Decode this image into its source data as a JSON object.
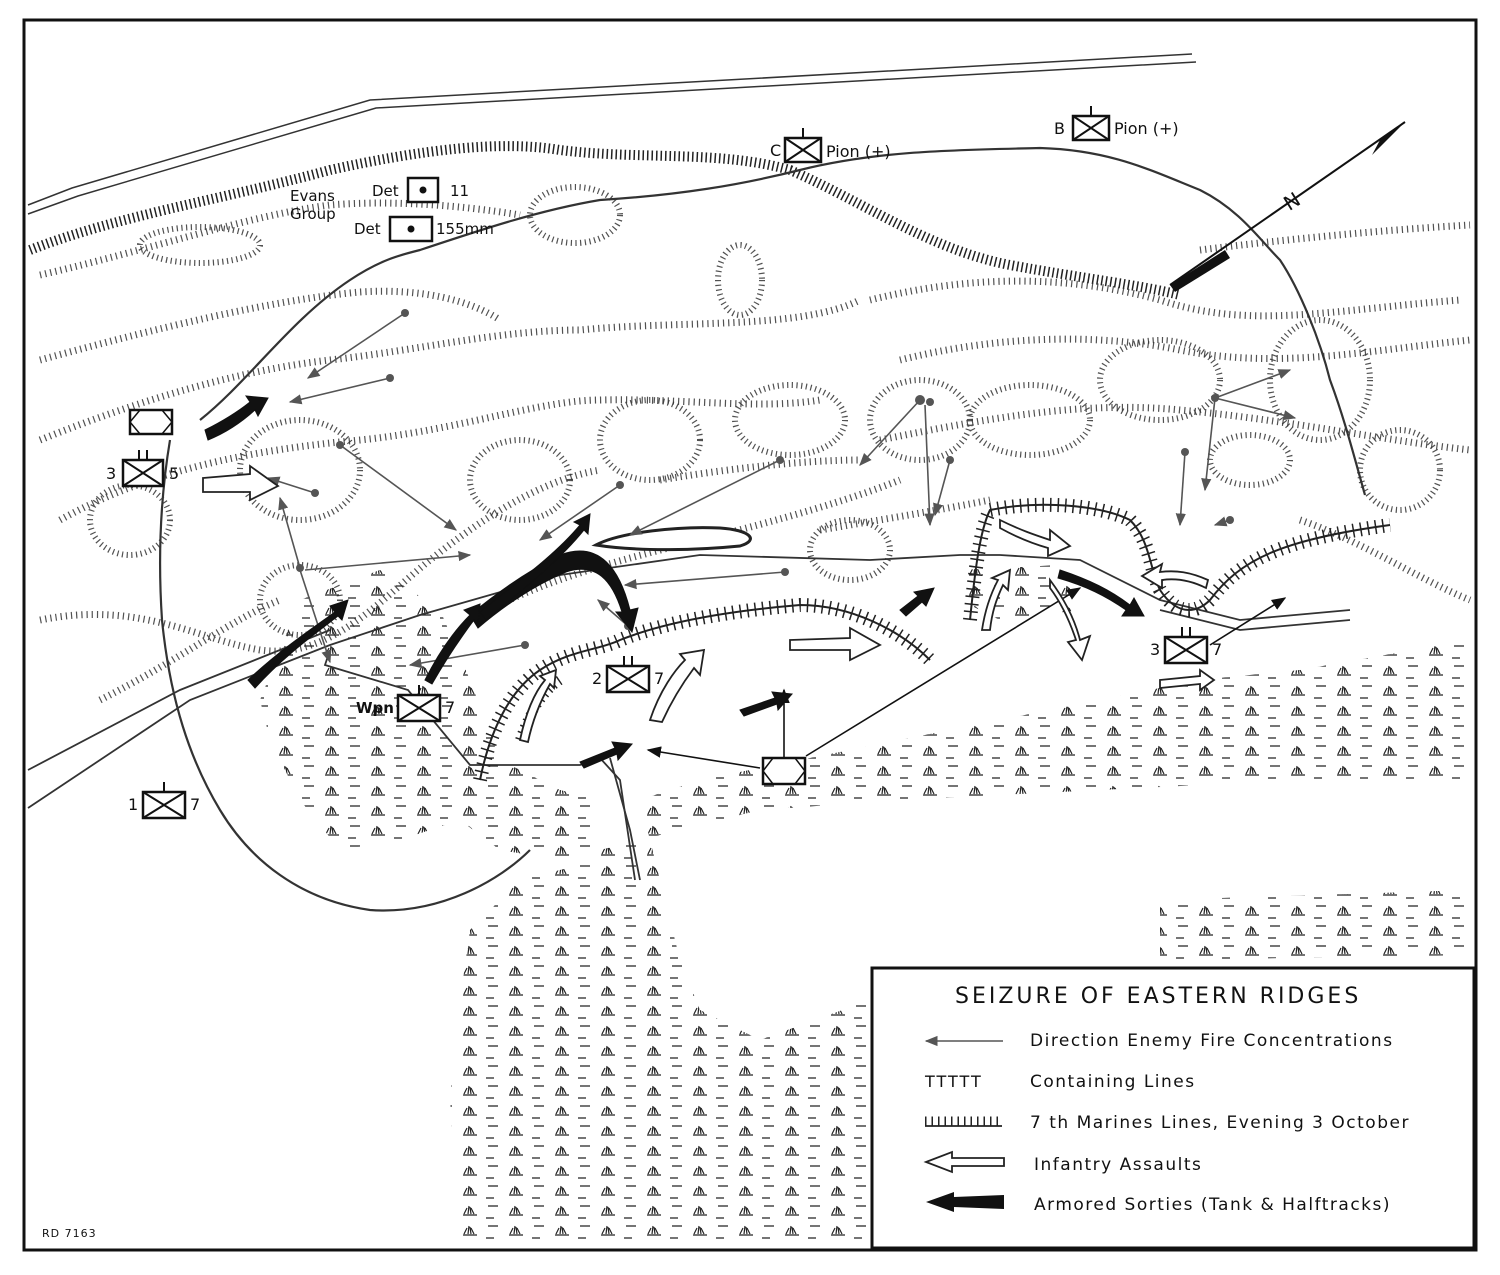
{
  "map": {
    "title": "SEIZURE OF EASTERN RIDGES",
    "reference": "RD 7163",
    "north_label": "N",
    "legend": [
      {
        "symbol": "enemy-fire-arrow",
        "label": "Direction Enemy Fire Concentrations"
      },
      {
        "symbol": "containing-line",
        "label": "Containing Lines"
      },
      {
        "symbol": "marine-line",
        "label": "7 th Marines Lines, Evening 3 October"
      },
      {
        "symbol": "infantry-assault-arrow",
        "label": "Infantry Assaults"
      },
      {
        "symbol": "armored-sortie-arrow",
        "label": "Armored Sorties (Tank & Halftracks)"
      }
    ],
    "units": {
      "c_pion": {
        "prefix": "C",
        "name": "Pion (+)"
      },
      "b_pion": {
        "prefix": "B",
        "name": "Pion (+)"
      },
      "evans_group": [
        "Evans",
        "Group"
      ],
      "det_11": {
        "prefix": "Det",
        "name": "11"
      },
      "det_155": {
        "prefix": "Det",
        "name": "155mm"
      },
      "bn_3_5": {
        "left": "3",
        "right": "5"
      },
      "bn_2_7": {
        "left": "2",
        "right": "7"
      },
      "bn_3_7": {
        "left": "3",
        "right": "7"
      },
      "bn_1_7": {
        "left": "1",
        "right": "7"
      },
      "wpn_7": {
        "left": "Wpn",
        "right": "7"
      }
    }
  }
}
